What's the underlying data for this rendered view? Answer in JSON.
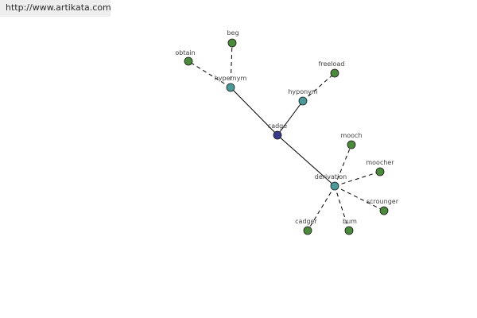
{
  "banner": {
    "text": "http://www.artikata.com"
  },
  "colors": {
    "root": "#3a3a8a",
    "relation": "#4a9a9a",
    "leaf": "#4a8a3a",
    "edge": "#000000",
    "banner_bg": "#eeeeee"
  },
  "nodes": [
    {
      "id": "cadge",
      "label": "cadge",
      "kind": "root"
    },
    {
      "id": "hypernym",
      "label": "hypernym",
      "kind": "relation"
    },
    {
      "id": "hyponym",
      "label": "hyponym",
      "kind": "relation"
    },
    {
      "id": "derivation",
      "label": "derivation",
      "kind": "relation"
    },
    {
      "id": "beg",
      "label": "beg",
      "kind": "leaf"
    },
    {
      "id": "obtain",
      "label": "obtain",
      "kind": "leaf"
    },
    {
      "id": "freeload",
      "label": "freeload",
      "kind": "leaf"
    },
    {
      "id": "mooch",
      "label": "mooch",
      "kind": "leaf"
    },
    {
      "id": "moocher",
      "label": "moocher",
      "kind": "leaf"
    },
    {
      "id": "scrounger",
      "label": "scrounger",
      "kind": "leaf"
    },
    {
      "id": "bum",
      "label": "bum",
      "kind": "leaf"
    },
    {
      "id": "cadger",
      "label": "cadger",
      "kind": "leaf"
    }
  ],
  "edges": [
    {
      "from": "cadge",
      "to": "hypernym",
      "style": "solid"
    },
    {
      "from": "cadge",
      "to": "hyponym",
      "style": "solid"
    },
    {
      "from": "cadge",
      "to": "derivation",
      "style": "solid"
    },
    {
      "from": "hypernym",
      "to": "beg",
      "style": "dashed"
    },
    {
      "from": "hypernym",
      "to": "obtain",
      "style": "dashed"
    },
    {
      "from": "hyponym",
      "to": "freeload",
      "style": "dashed"
    },
    {
      "from": "derivation",
      "to": "mooch",
      "style": "dashed"
    },
    {
      "from": "derivation",
      "to": "moocher",
      "style": "dashed"
    },
    {
      "from": "derivation",
      "to": "scrounger",
      "style": "dashed"
    },
    {
      "from": "derivation",
      "to": "bum",
      "style": "dashed"
    },
    {
      "from": "derivation",
      "to": "cadger",
      "style": "dashed"
    }
  ]
}
